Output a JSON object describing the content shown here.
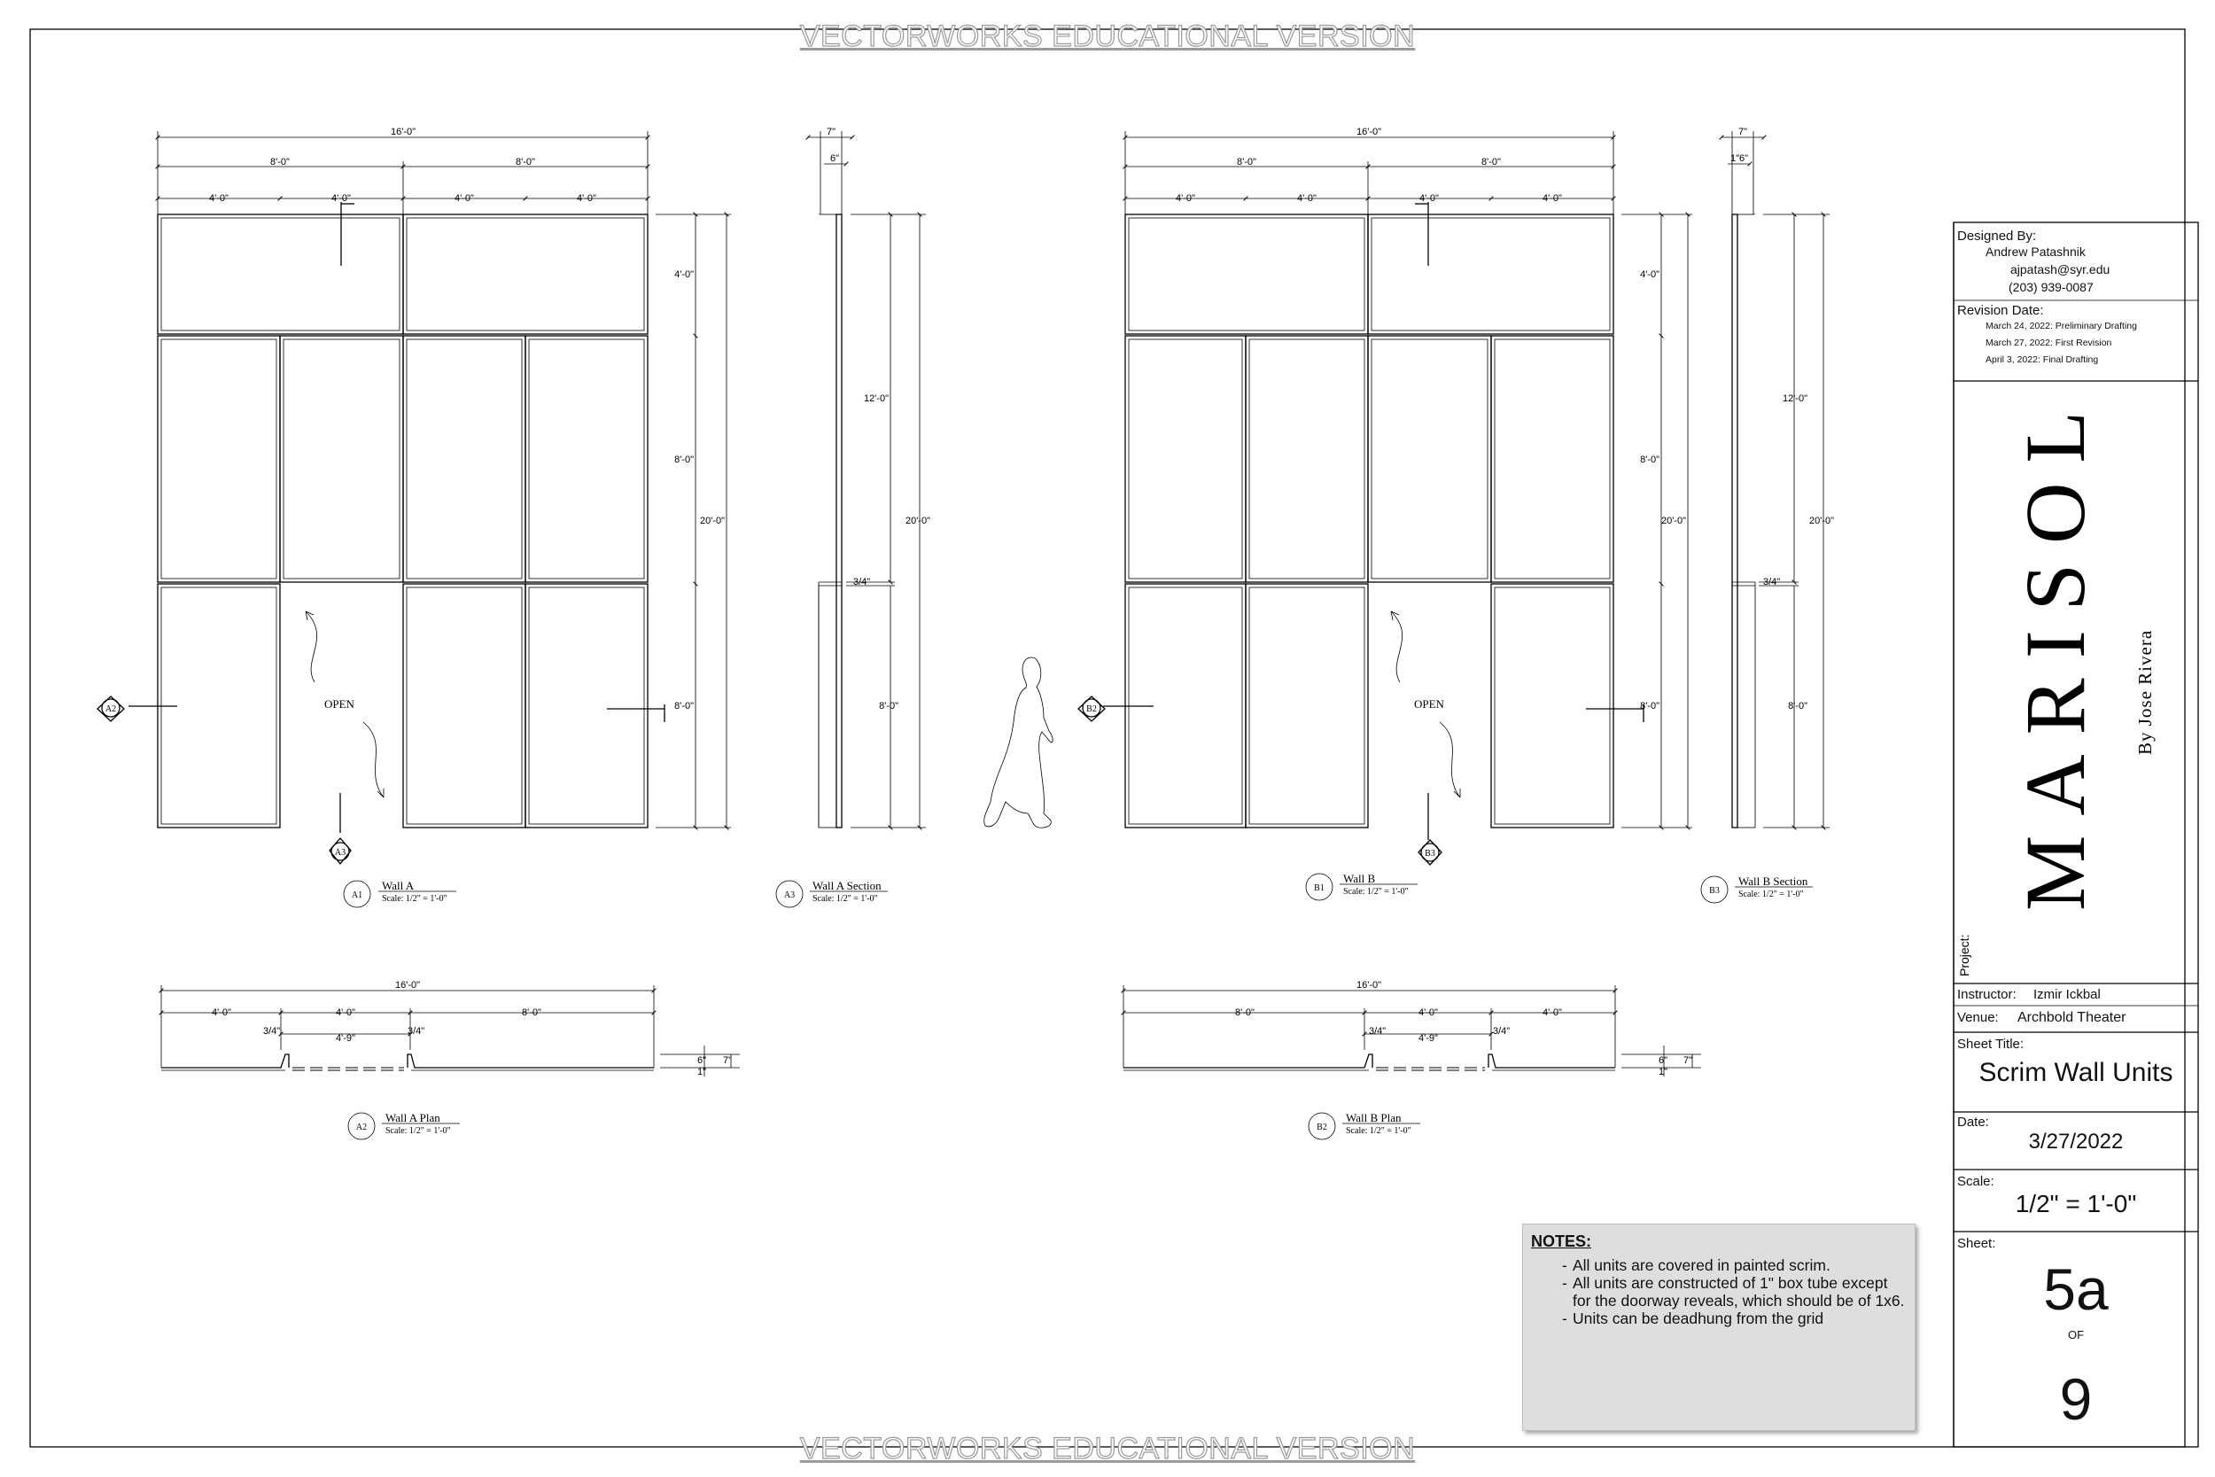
{
  "watermark": "VECTORWORKS EDUCATIONAL VERSION",
  "title_block": {
    "designed_by_label": "Designed By:",
    "designer_name": "Andrew Patashnik",
    "designer_email": "ajpatash@syr.edu",
    "designer_phone": "(203) 939-0087",
    "revision_label": "Revision Date:",
    "revisions": [
      "March 24, 2022: Preliminary Drafting",
      "March 27, 2022: First Revision",
      "April 3, 2022: Final Drafting"
    ],
    "project_label": "Project:",
    "project_title": "MARISOL",
    "playwright": "By Jose Rivera",
    "instructor_label": "Instructor:",
    "instructor": "Izmir Ickbal",
    "venue_label": "Venue:",
    "venue": "Archbold Theater",
    "sheet_title_label": "Sheet Title:",
    "sheet_title": "Scrim Wall Units",
    "date_label": "Date:",
    "date": "3/27/2022",
    "scale_label": "Scale:",
    "scale": "1/2\" = 1'-0\"",
    "sheet_label": "Sheet:",
    "sheet_number": "5a",
    "of_label": "OF",
    "sheet_total": "9"
  },
  "notes": {
    "heading": "NOTES:",
    "items": [
      "All units are covered in painted scrim.",
      "All units are constructed of 1\" box tube except for the doorway reveals, which should be of 1x6.",
      "Units can be deadhung from the grid"
    ]
  },
  "dims": {
    "w16": "16'-0\"",
    "w8": "8'-0\"",
    "w4": "4'-0\"",
    "w4b": "4'-0\"",
    "h4": "4'-0\"",
    "h8": "8'-0\"",
    "h12": "12'-0\"",
    "h20": "20'-0\"",
    "d7": "7\"",
    "d6": "6\"",
    "d1": "1\"",
    "d34": "3/4\"",
    "d49": "4'-9\"",
    "d16": "1\"6\""
  },
  "labels": {
    "open": "OPEN",
    "scale_text": "Scale: 1/2\" = 1'-0\""
  },
  "views": [
    {
      "tag": "A1",
      "name": "Wall A"
    },
    {
      "tag": "A3",
      "name": "Wall A Section"
    },
    {
      "tag": "B1",
      "name": "Wall B"
    },
    {
      "tag": "B3",
      "name": "Wall B Section"
    },
    {
      "tag": "A2",
      "name": "Wall A Plan"
    },
    {
      "tag": "B2",
      "name": "Wall B Plan"
    }
  ],
  "markers": {
    "a2": "A2",
    "a3": "A3",
    "b2": "B2",
    "b3": "B3"
  }
}
